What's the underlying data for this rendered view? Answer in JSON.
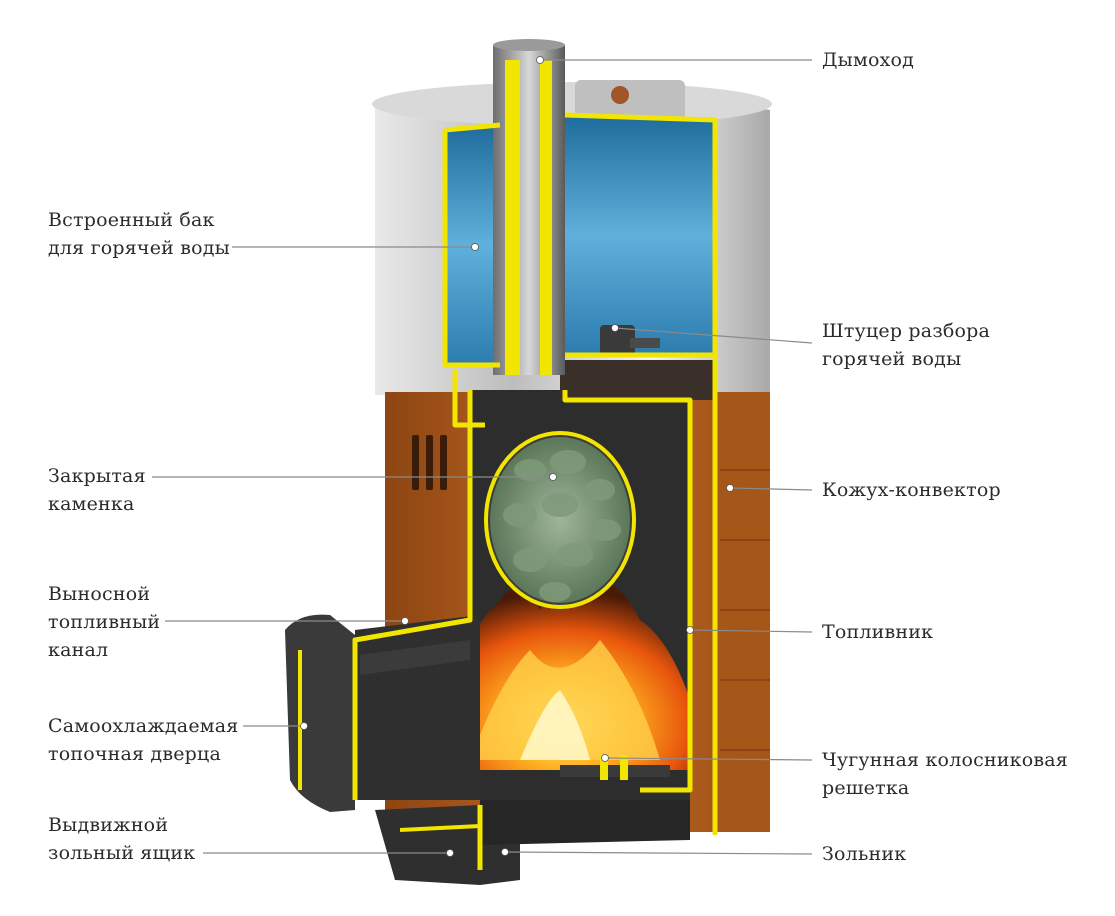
{
  "labels": {
    "chimney": {
      "lines": [
        "Дымоход"
      ]
    },
    "water_tank": {
      "lines": [
        "Встроенный бак",
        "для горячей воды"
      ]
    },
    "hot_water_fitting": {
      "lines": [
        "Штуцер разбора",
        "горячей воды"
      ]
    },
    "closed_heater": {
      "lines": [
        "Закрытая",
        "каменка"
      ]
    },
    "convector_casing": {
      "lines": [
        "Кожух-конвектор"
      ]
    },
    "fuel_channel": {
      "lines": [
        "Выносной",
        "топливный",
        "канал"
      ]
    },
    "firebox": {
      "lines": [
        "Топливник"
      ]
    },
    "fire_door": {
      "lines": [
        "Самоохлаждаемая",
        "топочная дверца"
      ]
    },
    "grate": {
      "lines": [
        "Чугунная колосниковая",
        "решетка"
      ]
    },
    "ash_drawer": {
      "lines": [
        "Выдвижной",
        "зольный ящик"
      ]
    },
    "ash_pit": {
      "lines": [
        "Зольник"
      ]
    }
  },
  "colors": {
    "outline": "#f2e600",
    "water": "#3f8fc0",
    "steel": "#cfcfcf",
    "brick": "#b55f1e",
    "dark": "#2a2a2a",
    "fire": "#f07a10",
    "stones": "#6f8a6a",
    "leader": "#8a8a8a"
  }
}
